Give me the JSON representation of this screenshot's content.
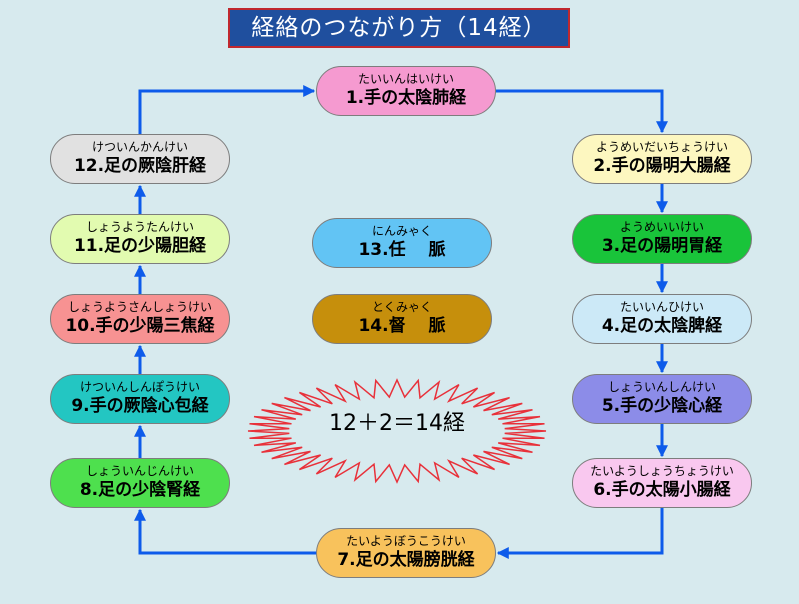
{
  "title": "経絡のつながり方（14経）",
  "colors": {
    "background": "#d7eaee",
    "title_background": "#1f4f9e",
    "title_border": "#c0282e",
    "arrow": "#0d5bea",
    "burst_outline": "#e8313a"
  },
  "meridians": [
    {
      "reading": "たいいんはいけい",
      "name": "1.手の太陰肺経",
      "color": "#f59ad0"
    },
    {
      "reading": "ようめいだいちょうけい",
      "name": "2.手の陽明大腸経",
      "color": "#fdf7c0"
    },
    {
      "reading": "ようめいいけい",
      "name": "3.足の陽明胃経",
      "color": "#19c43a"
    },
    {
      "reading": "たいいんひけい",
      "name": "4.足の太陰脾経",
      "color": "#cce9f7"
    },
    {
      "reading": "しょういんしんけい",
      "name": "5.手の少陰心経",
      "color": "#8c8ce8"
    },
    {
      "reading": "たいようしょうちょうけい",
      "name": "6.手の太陽小腸経",
      "color": "#f9c8ef"
    },
    {
      "reading": "たいようぼうこうけい",
      "name": "7.足の太陽膀胱経",
      "color": "#f8c25c"
    },
    {
      "reading": "しょういんじんけい",
      "name": "8.足の少陰腎経",
      "color": "#4ee04e"
    },
    {
      "reading": "けついんしんぽうけい",
      "name": "9.手の厥陰心包経",
      "color": "#23c6c2"
    },
    {
      "reading": "しょうようさんしょうけい",
      "name": "10.手の少陽三焦経",
      "color": "#f79292"
    },
    {
      "reading": "しょうようたんけい",
      "name": "11.足の少陽胆経",
      "color": "#e2fbb0"
    },
    {
      "reading": "けついんかんけい",
      "name": "12.足の厥陰肝経",
      "color": "#e1e1e1"
    }
  ],
  "extra_vessels": [
    {
      "reading": "にんみゃく",
      "name": "13.任　 脈",
      "color": "#62c4f4"
    },
    {
      "reading": "とくみゃく",
      "name": "14.督　 脈",
      "color": "#c68f0c"
    }
  ],
  "summary": "12＋2＝14経"
}
